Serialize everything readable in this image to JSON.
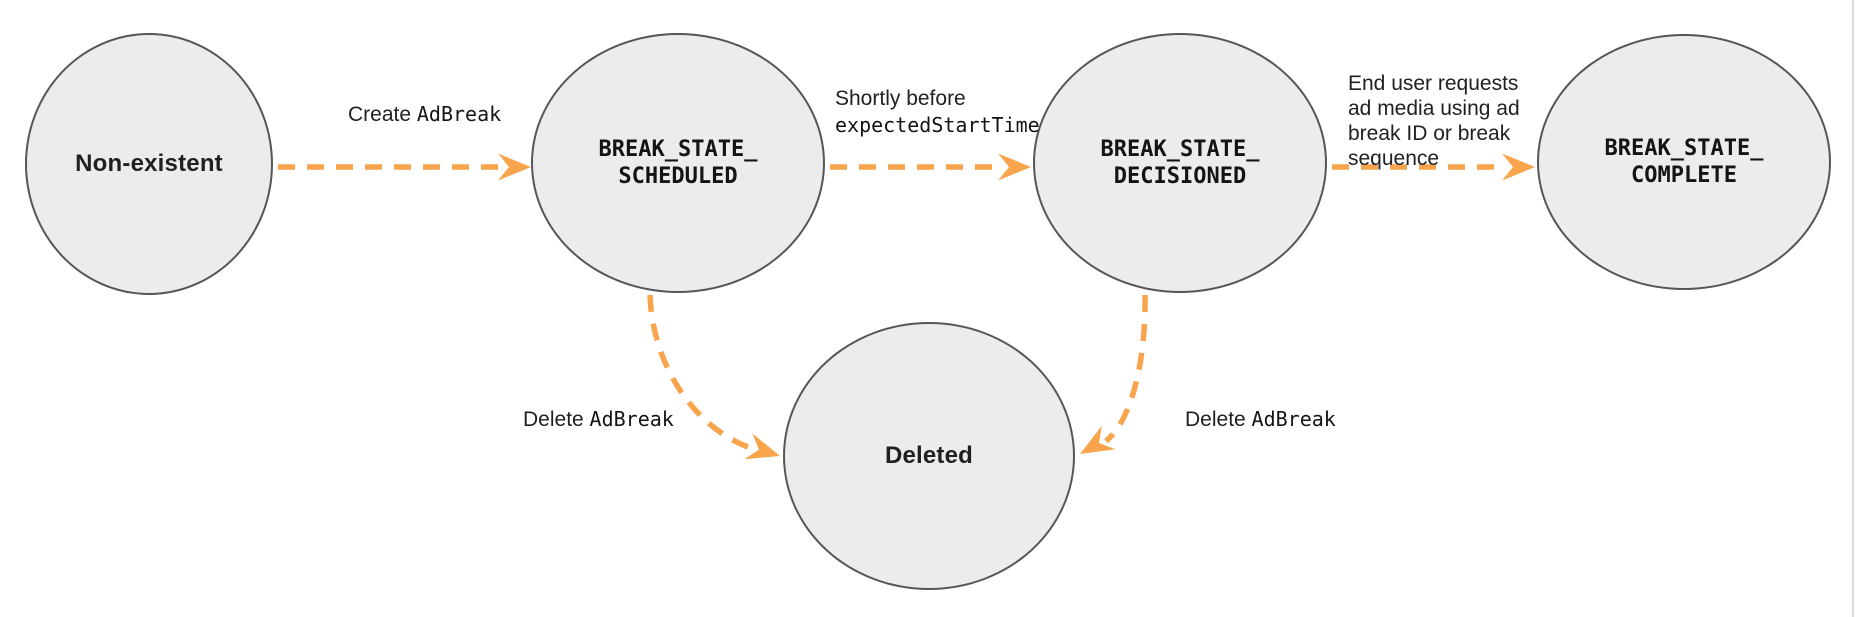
{
  "diagram": {
    "type": "state-diagram",
    "colors": {
      "background": "#ffffff",
      "node_fill": "#ececec",
      "node_stroke": "#54565a",
      "arrow_orange": "#f7a44c",
      "text": "#202124"
    },
    "states": {
      "non_existent": {
        "label": "Non-existent"
      },
      "scheduled": {
        "label": "BREAK_STATE_\nSCHEDULED"
      },
      "decisioned": {
        "label": "BREAK_STATE_\nDECISIONED"
      },
      "complete": {
        "label": "BREAK_STATE_\nCOMPLETE"
      },
      "deleted": {
        "label": "Deleted"
      }
    },
    "transitions": {
      "create": {
        "plain": "Create ",
        "code": "AdBreak"
      },
      "decision": {
        "plain": "Shortly before",
        "code": "expectedStartTime"
      },
      "complete_request": {
        "plain": "End user requests\nad media using ad\nbreak ID or break\nsequence"
      },
      "delete_from_scheduled": {
        "plain": "Delete ",
        "code": "AdBreak"
      },
      "delete_from_decisioned": {
        "plain": "Delete ",
        "code": "AdBreak"
      }
    }
  }
}
